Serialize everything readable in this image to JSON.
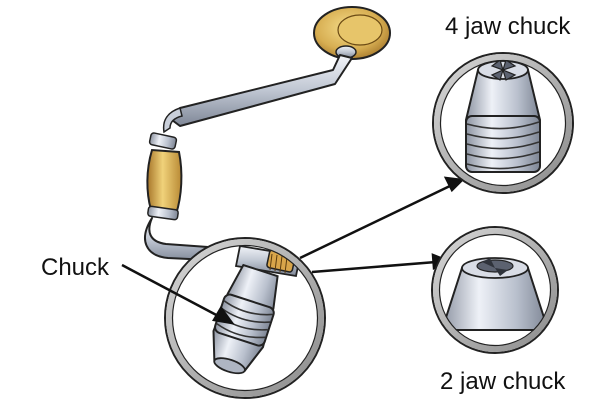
{
  "labels": {
    "chuck": "Chuck",
    "four_jaw": "4 jaw chuck",
    "two_jaw": "2 jaw chuck"
  },
  "colors": {
    "background": "#ffffff",
    "metal_light": "#eef1f7",
    "metal_mid": "#b9c0cd",
    "metal_dark": "#7d8594",
    "wood_light": "#f0d27a",
    "wood_dark": "#a7762a",
    "outline": "#222222",
    "circle_ring": "#9a9a9a"
  },
  "icons": {
    "tool": "brace-and-bit-icon",
    "detail_4jaw": "four-jaw-chuck-icon",
    "detail_2jaw": "two-jaw-chuck-icon"
  }
}
